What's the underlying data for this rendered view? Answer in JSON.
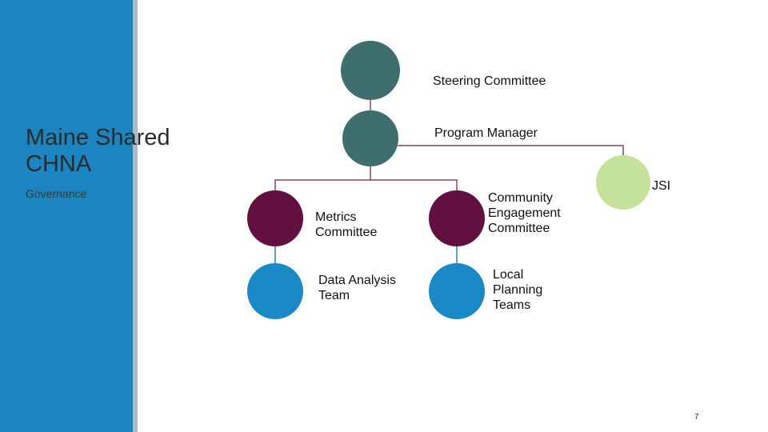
{
  "slide": {
    "title": "Maine Shared\nCHNA",
    "subtitle": "Governance",
    "page_number": "7"
  },
  "colors": {
    "sidebar": "#1a85c1",
    "sidebar_edge": "#a9bcc8",
    "teal": "#3e6e6e",
    "plum": "#621040",
    "blue": "#1a8ac7",
    "green": "#c4e29a",
    "connector": "#7b4a64"
  },
  "nodes": {
    "steering_committee": "Steering Committee",
    "program_manager": "Program Manager",
    "jsi": "JSI",
    "metrics_committee": "Metrics\nCommittee",
    "community_engagement": "Community\nEngagement\nCommittee",
    "data_analysis_team": "Data Analysis\nTeam",
    "local_planning_teams": "Local\nPlanning\nTeams"
  }
}
